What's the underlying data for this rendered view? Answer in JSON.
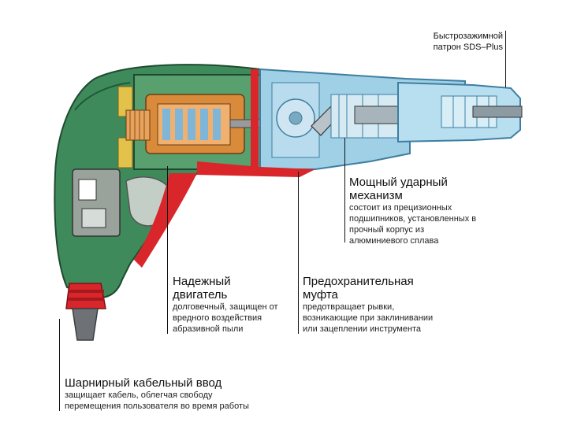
{
  "callouts": {
    "chuck": {
      "line1": "Быстрозажимной",
      "line2": "патрон SDS–Plus"
    },
    "impact": {
      "title1": "Мощный ударный",
      "title2": "механизм",
      "desc": [
        "состоит из прецизионных",
        "подшипников, установленных в",
        "прочный корпус из",
        "алюминиевого сплава"
      ]
    },
    "motor": {
      "title1": "Надежный",
      "title2": "двигатель",
      "desc": [
        "долговечный, защищен от",
        "вредного воздействия",
        "абразивной пыли"
      ]
    },
    "clutch": {
      "title1": "Предохранительная",
      "title2": "муфта",
      "desc": [
        "предотвращает рывки,",
        "возникающие при заклинивании",
        "или зацеплении инструмента"
      ]
    },
    "cable": {
      "title": "Шарнирный кабельный ввод",
      "desc": [
        "защищает кабель, облегчая свободу",
        "перемещения пользователя во время работы"
      ]
    }
  },
  "colors": {
    "housing_green": "#3f8a5a",
    "housing_dark": "#1f5a36",
    "gearbox_blue": "#9fd0e6",
    "gearbox_outline": "#3f7ea0",
    "motor_orange": "#d98a3a",
    "motor_copper": "#e7a25c",
    "accent_red": "#d8262b",
    "cable_grey": "#6e7276"
  }
}
